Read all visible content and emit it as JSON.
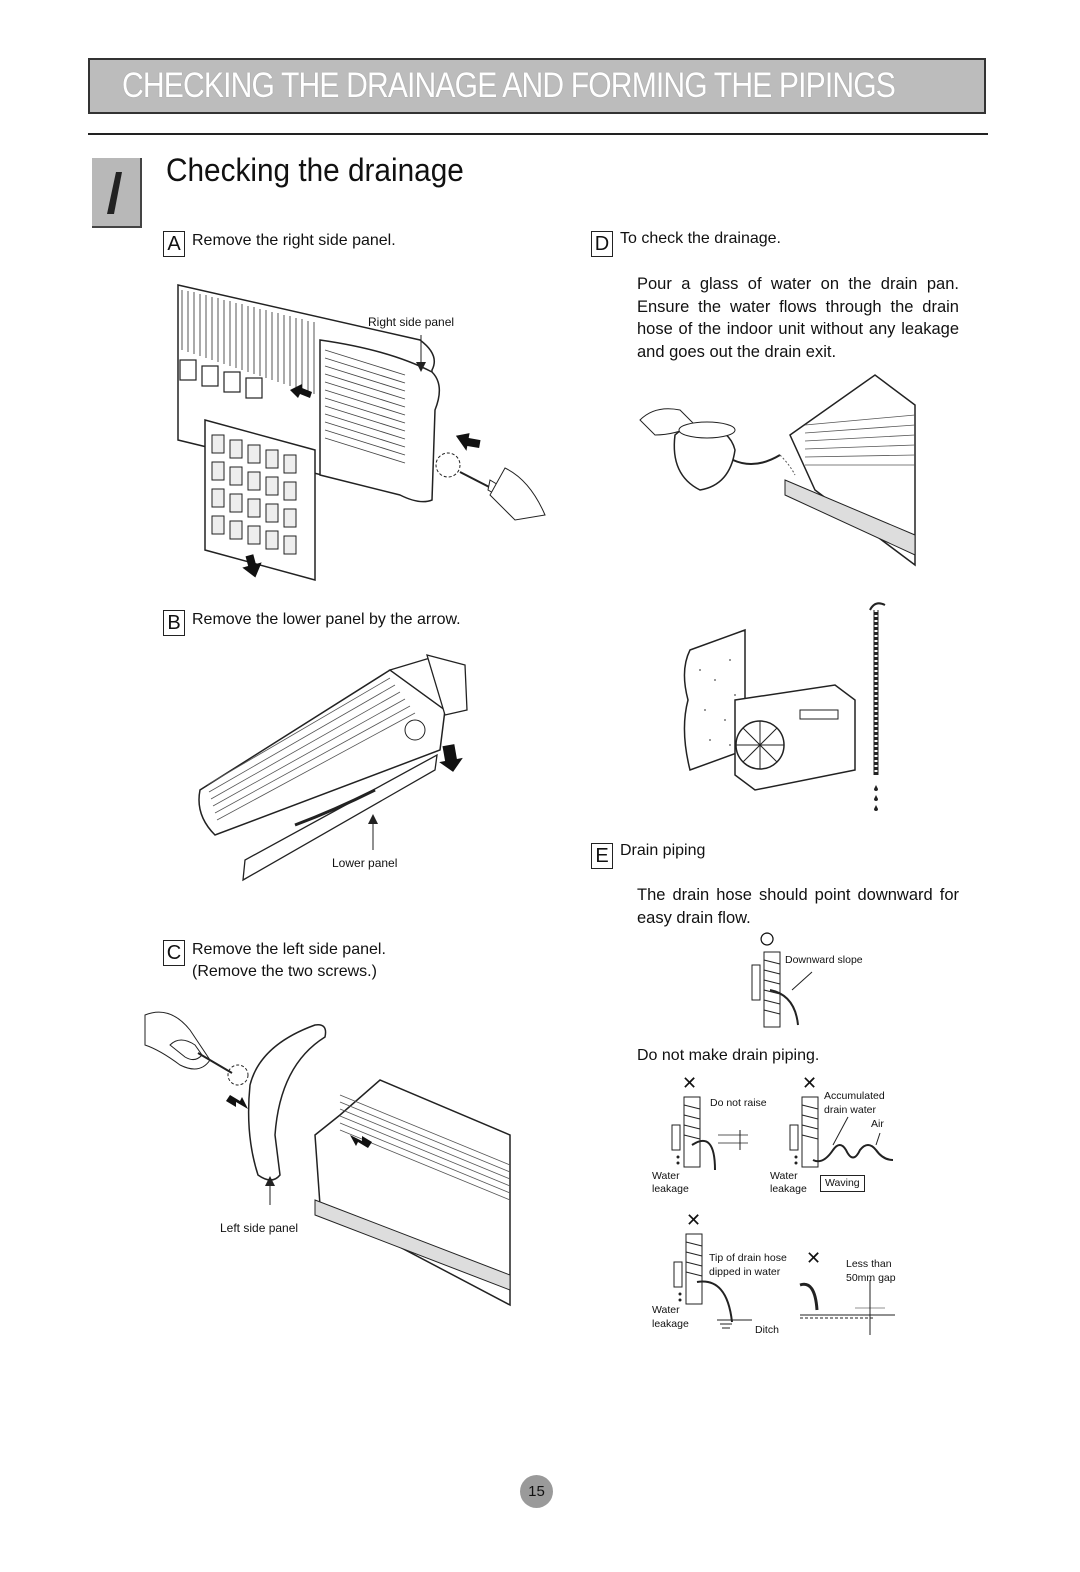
{
  "header": {
    "title": "CHECKING THE DRAINAGE AND FORMING THE PIPINGS"
  },
  "section": {
    "number": "1",
    "title": "Checking the drainage"
  },
  "steps": {
    "a": {
      "letter": "A",
      "text": "Remove the right side panel.",
      "label": "Right side panel"
    },
    "b": {
      "letter": "B",
      "text": "Remove the lower panel by the arrow.",
      "label": "Lower panel"
    },
    "c": {
      "letter": "C",
      "text_line1": "Remove the left side panel.",
      "text_line2": "(Remove the two screws.)",
      "label": "Left side panel"
    },
    "d": {
      "letter": "D",
      "text": "To check the drainage.",
      "para": "Pour a glass of water on the drain pan. Ensure the water flows through the drain hose of the indoor unit without any leakage and goes out the drain exit."
    },
    "e": {
      "letter": "E",
      "text": "Drain piping",
      "para": "The drain hose should point downward for easy drain flow.",
      "downward_label": "Downward slope",
      "donot": "Do not make drain piping.",
      "do_not_raise": "Do not raise",
      "accumulated_line1": "Accumulated",
      "accumulated_line2": "drain water",
      "air": "Air",
      "waving": "Waving",
      "water": "Water",
      "leakage": "leakage",
      "tip_line1": "Tip of drain hose",
      "tip_line2": "dipped in water",
      "ditch": "Ditch",
      "less_line1": "Less than",
      "less_line2": "50mm gap",
      "ok_symbol": "○",
      "x_symbol": "✕"
    }
  },
  "page": {
    "number": "15"
  }
}
